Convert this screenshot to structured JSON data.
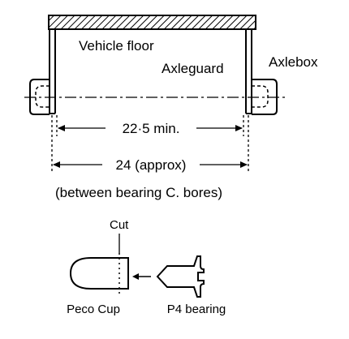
{
  "labels": {
    "vehicle_floor": "Vehicle floor",
    "axleguard": "Axleguard",
    "axlebox": "Axlebox",
    "min_dimension": "22·5 min.",
    "approx_dimension": "24 (approx)",
    "between_note": "(between bearing C. bores)",
    "cut": "Cut",
    "peco_cup": "Peco Cup",
    "p4_bearing": "P4 bearing"
  },
  "colors": {
    "ink": "#000000",
    "background": "#ffffff"
  }
}
